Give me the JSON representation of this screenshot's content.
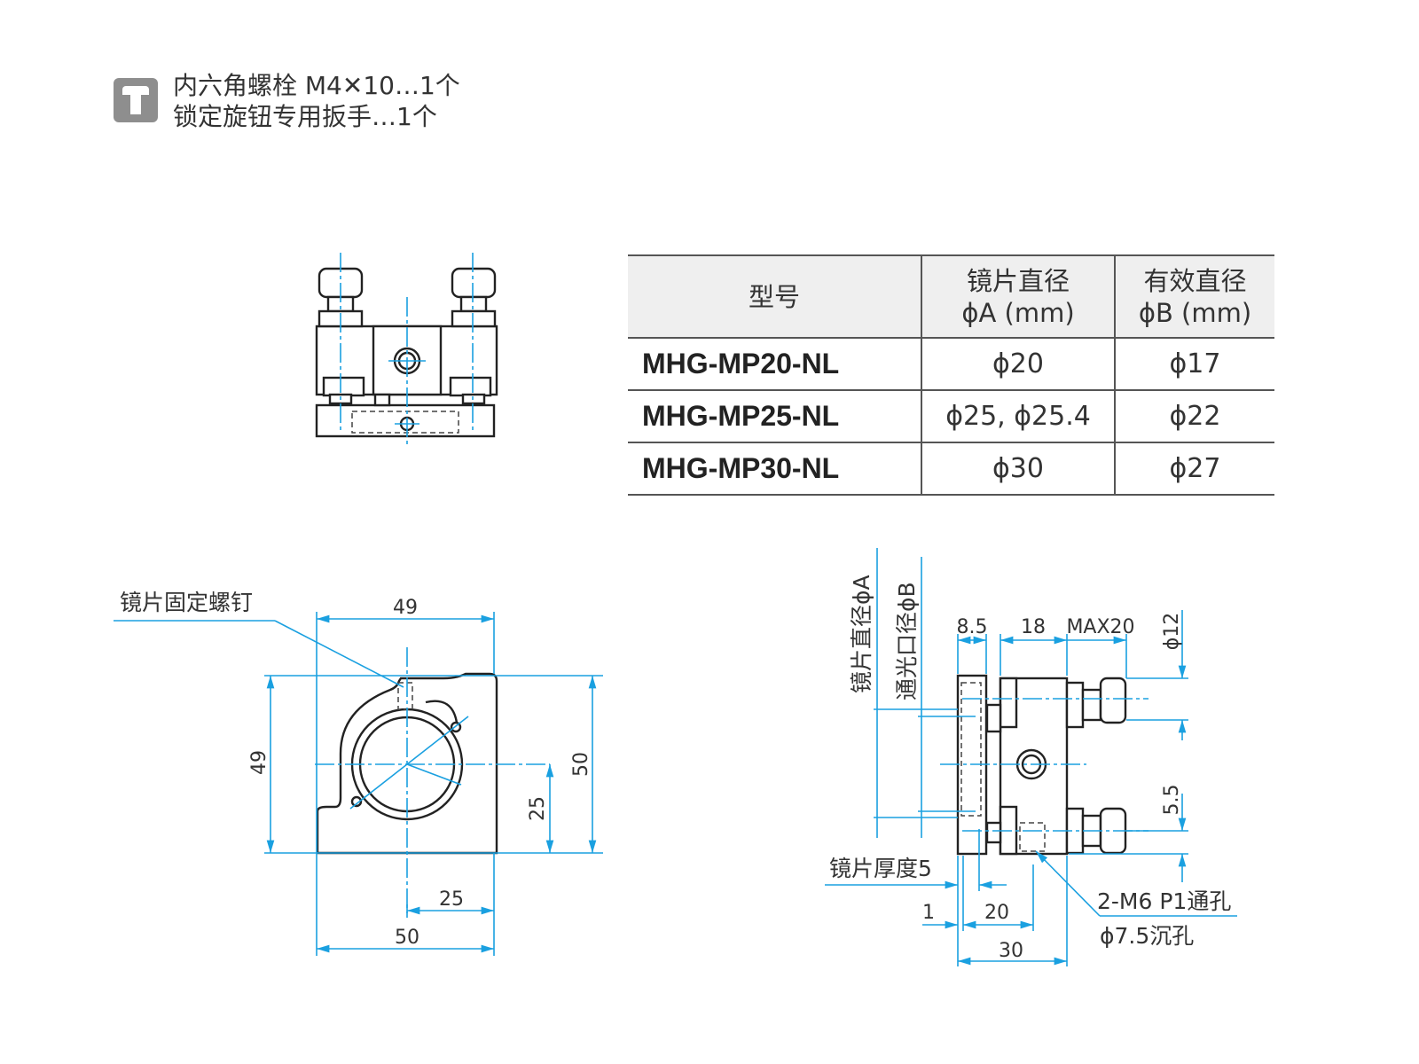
{
  "accessories": {
    "icon": "wrench-accessory-icon",
    "lines": [
      "内六角螺栓 M4✕10…1个",
      "锁定旋钮专用扳手…1个"
    ]
  },
  "spec_table": {
    "headers": [
      {
        "line1": "型号",
        "line2": ""
      },
      {
        "line1": "镜片直径",
        "line2": "ϕA (mm)"
      },
      {
        "line1": "有效直径",
        "line2": "ϕB (mm)"
      }
    ],
    "rows": [
      {
        "model": "MHG-MP20-NL",
        "dia_a": "ϕ20",
        "dia_b": "ϕ17"
      },
      {
        "model": "MHG-MP25-NL",
        "dia_a": "ϕ25, ϕ25.4",
        "dia_b": "ϕ22"
      },
      {
        "model": "MHG-MP30-NL",
        "dia_a": "ϕ30",
        "dia_b": "ϕ27"
      }
    ]
  },
  "front_view": {
    "callout": "镜片固定螺钉",
    "dims": {
      "top_width": "49",
      "left_height": "49",
      "right_height": "50",
      "center_height": "25",
      "center_width": "25",
      "bottom_width": "50"
    }
  },
  "side_view": {
    "labels": {
      "mirror_dia": "镜片直径ϕA",
      "aperture_dia": "通光口径ϕB",
      "mirror_thickness": "镜片厚度5",
      "thread_hole": "2-M6 P1通孔",
      "counterbore": "ϕ7.5沉孔"
    },
    "dims": {
      "plate": "8.5",
      "body": "18",
      "knob_max": "MAX20",
      "knob_dia": "ϕ12",
      "offset": "5.5",
      "gap": "1",
      "hole_pos": "20",
      "total": "30"
    }
  },
  "colors": {
    "dimension": "#1aa0e0",
    "header_bg": "#efefef",
    "icon": "#8e8e8e"
  }
}
